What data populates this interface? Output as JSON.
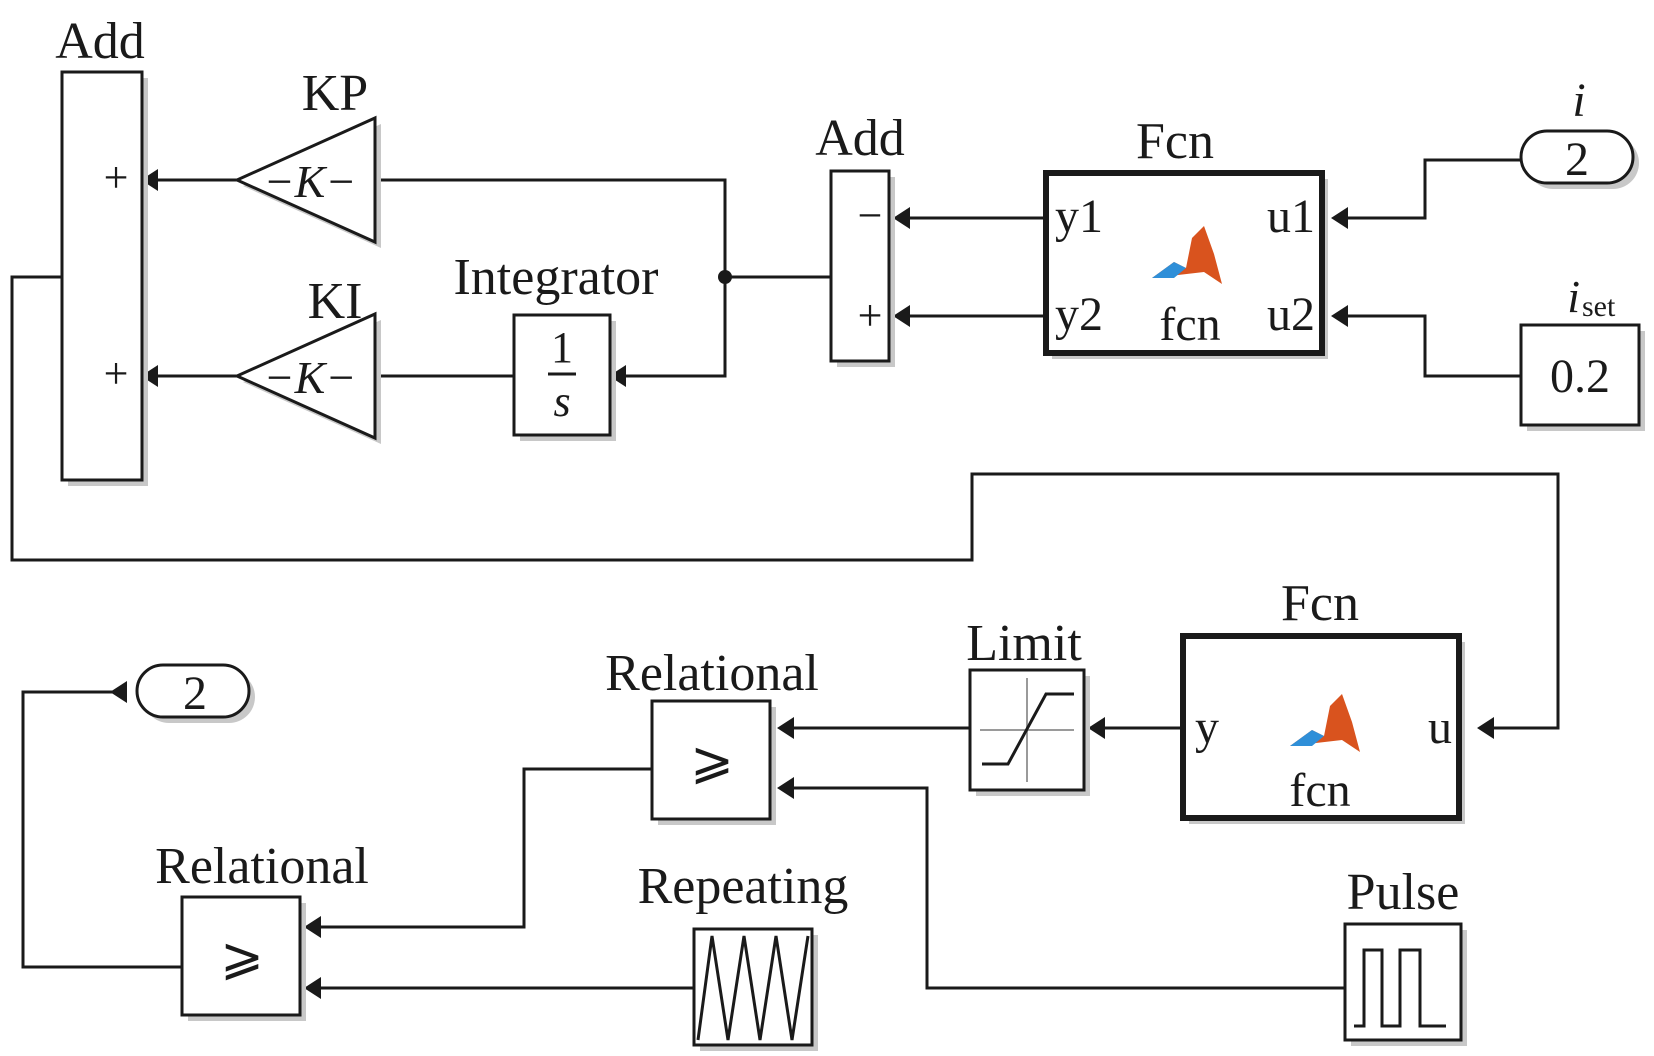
{
  "blocks": {
    "add_out": {
      "title": "Add",
      "port1": "+",
      "port2": "+"
    },
    "kp": {
      "title": "KP",
      "body": "−K−"
    },
    "ki": {
      "title": "KI",
      "body": "−K−"
    },
    "integrator": {
      "title": "Integrator",
      "num": "1",
      "den": "s"
    },
    "add_err": {
      "title": "Add",
      "port1": "−",
      "port2": "+"
    },
    "fcn_top": {
      "title": "Fcn",
      "in1": "u1",
      "in2": "u2",
      "out1": "y1",
      "out2": "y2",
      "name": "fcn"
    },
    "goto_i": {
      "label_main": "i",
      "value": "2"
    },
    "iset": {
      "label_main": "i",
      "label_sub": "set",
      "value": "0.2"
    },
    "fcn_bottom": {
      "title": "Fcn",
      "in": "u",
      "out": "y",
      "name": "fcn"
    },
    "limit": {
      "title": "Limit"
    },
    "relational_top": {
      "title": "Relational",
      "op": "⩾"
    },
    "relational_bottom": {
      "title": "Relational",
      "op": "⩾"
    },
    "goto_out": {
      "value": "2"
    },
    "repeating": {
      "title": "Repeating"
    },
    "pulse": {
      "title": "Pulse"
    }
  },
  "icons": {
    "matlab": "matlab-logo-icon",
    "saturation": "saturation-icon",
    "triangle_wave": "triangle-wave-icon",
    "pulse_wave": "pulse-wave-icon"
  },
  "colors": {
    "line": "#1a1a1a",
    "shadow": "#c8c8c8",
    "matlab_orange": "#d9531e",
    "matlab_blue": "#2f8fd8"
  }
}
